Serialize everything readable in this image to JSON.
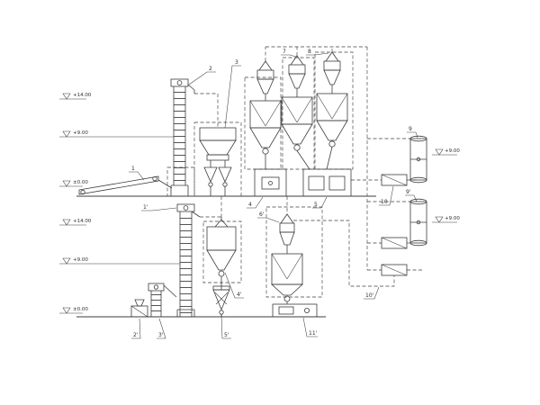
{
  "diagram": {
    "kind": "process-flow-diagram",
    "line_color": "#3c3c3c",
    "background": "#ffffff"
  },
  "elevation_markers": [
    {
      "text": "+14.00"
    },
    {
      "text": "+9.00"
    },
    {
      "text": "±0.00"
    },
    {
      "text": "+14.00"
    },
    {
      "text": "+9.00"
    },
    {
      "text": "±0.00"
    },
    {
      "text": "+9.00"
    },
    {
      "text": "+9.00"
    }
  ],
  "callouts": [
    {
      "text": "1",
      "target": "inclined-conveyor"
    },
    {
      "text": "2",
      "target": "bucket-elevator-upper"
    },
    {
      "text": "3",
      "target": "sieve-purifier"
    },
    {
      "text": "4",
      "target": "base-machine-left"
    },
    {
      "text": "5",
      "target": "base-machine-right"
    },
    {
      "text": "7",
      "target": "cyclone-filter-middle"
    },
    {
      "text": "8",
      "target": "cyclone-filter-right"
    },
    {
      "text": "9",
      "target": "storage-cylinder-upper"
    },
    {
      "text": "9'",
      "target": "storage-cylinder-lower"
    },
    {
      "text": "10",
      "target": "fan-box-upper"
    },
    {
      "text": "10'",
      "target": "fan-box-lower"
    },
    {
      "text": "1'",
      "target": "bucket-elevator-lower"
    },
    {
      "text": "2'",
      "target": "small-machine-lower-left"
    },
    {
      "text": "3'",
      "target": "small-elevator-lower-left"
    },
    {
      "text": "4'",
      "target": "hopper-lower"
    },
    {
      "text": "5'",
      "target": "small-cyclone-lower"
    },
    {
      "text": "6'",
      "target": "bin-cyclone-lower"
    },
    {
      "text": "11'",
      "target": "packing-machine-lower"
    }
  ]
}
